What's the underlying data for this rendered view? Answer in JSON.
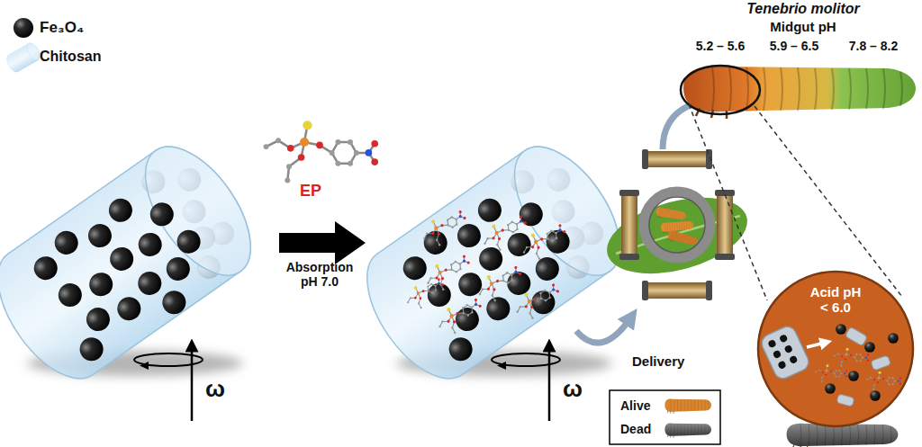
{
  "diagram": {
    "nodes": [
      {
        "text": [
          "Acid pH < 6.0"
        ]
      }
    ],
    "labels": [
      "EP",
      "Absorption pH 7.0",
      "Delivery",
      "Tenebrio molitor",
      "Midgut pH",
      "5.2 – 5.6",
      "5.9 – 6.5",
      "7.8 – 8.2",
      "ω",
      "ω"
    ],
    "legend": [
      {
        "text": "Fe₃O₄"
      },
      {
        "text": "Chitosan"
      },
      {
        "text": "Alive"
      },
      {
        "text": "Dead"
      }
    ]
  }
}
